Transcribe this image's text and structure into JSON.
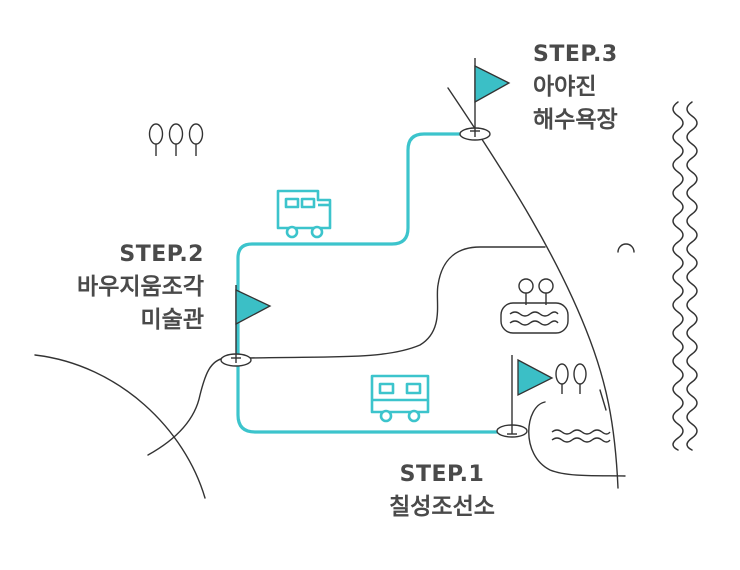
{
  "steps": [
    {
      "step": "STEP.1",
      "name_lines": [
        "칠성조선소"
      ]
    },
    {
      "step": "STEP.2",
      "name_lines": [
        "바우지움조각",
        "미술관"
      ]
    },
    {
      "step": "STEP.3",
      "name_lines": [
        "아야진",
        "해수욕장"
      ]
    }
  ],
  "icons": [
    "flag-icon",
    "camper-van-icon",
    "tree-icon",
    "wave-icon"
  ],
  "colors": {
    "route": "#3CC4CC",
    "flag": "#3BBFC6",
    "line": "#333333",
    "text": "#4a4a4a"
  }
}
